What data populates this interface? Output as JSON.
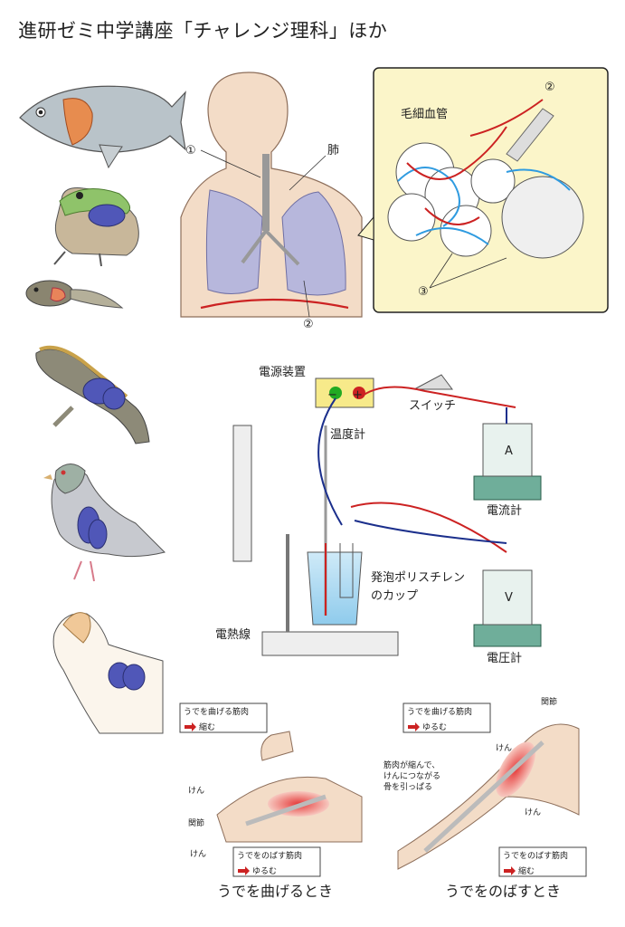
{
  "header": {
    "title": "進研ゼミ中学講座「チャレンジ理科」ほか"
  },
  "respiration": {
    "label_1": "①",
    "label_lung": "肺",
    "label_2_body": "②",
    "label_capillary": "毛細血管",
    "label_2_inset": "②",
    "label_3_inset": "③"
  },
  "experiment": {
    "power_supply": "電源装置",
    "minus": "−",
    "plus": "+",
    "switch": "スイッチ",
    "thermometer": "温度計",
    "ammeter": "電流計",
    "ammeter_symbol": "A",
    "voltmeter": "電圧計",
    "voltmeter_symbol": "V",
    "heater": "電熱線",
    "cup_line1": "発泡ポリスチレン",
    "cup_line2": "のカップ"
  },
  "arm_bend": {
    "caption": "うでを曲げるとき",
    "box_top_line1": "うでを曲げる筋肉",
    "box_top_line2": "縮む",
    "box_bottom_line1": "うでをのばす筋肉",
    "box_bottom_line2": "ゆるむ",
    "tendon_top": "けん",
    "joint": "関節",
    "tendon_bottom": "けん"
  },
  "arm_extend": {
    "caption": "うでをのばすとき",
    "box_top_line1": "うでを曲げる筋肉",
    "box_top_line2": "ゆるむ",
    "box_bottom_line1": "うでをのばす筋肉",
    "box_bottom_line2": "縮む",
    "joint": "関節",
    "tendon_top": "けん",
    "tendon_bottom": "けん",
    "note_line1": "筋肉が縮んで、",
    "note_line2": "けんにつながる",
    "note_line3": "骨を引っぱる"
  },
  "colors": {
    "lung": "#b7b7dc",
    "organ_blue": "#5057b8",
    "artery": "#cc2222",
    "vein": "#2f9be0",
    "inset_bg": "#fbf5c9",
    "muscle": "#d8282a",
    "skin": "#f3dcc7"
  }
}
